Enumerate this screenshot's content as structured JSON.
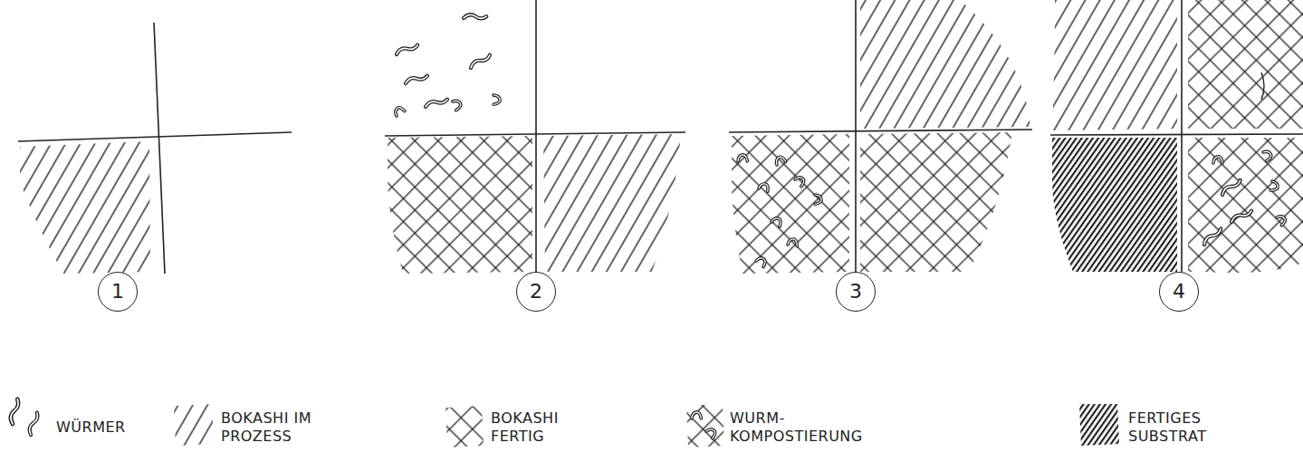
{
  "diagram": {
    "nodes": [
      {
        "text": [
          "1"
        ]
      },
      {
        "text": [
          "2"
        ]
      },
      {
        "text": [
          "3"
        ]
      },
      {
        "text": [
          "4"
        ]
      }
    ],
    "legend": [
      {
        "text": "WÜRMER"
      },
      {
        "text": "BOKASHI IM PROZESS"
      },
      {
        "text": "BOKASHI FERTIG"
      },
      {
        "text": "WURM- KOMPOSTIERUNG"
      },
      {
        "text": "FERTIGES SUBSTRAT"
      }
    ]
  }
}
